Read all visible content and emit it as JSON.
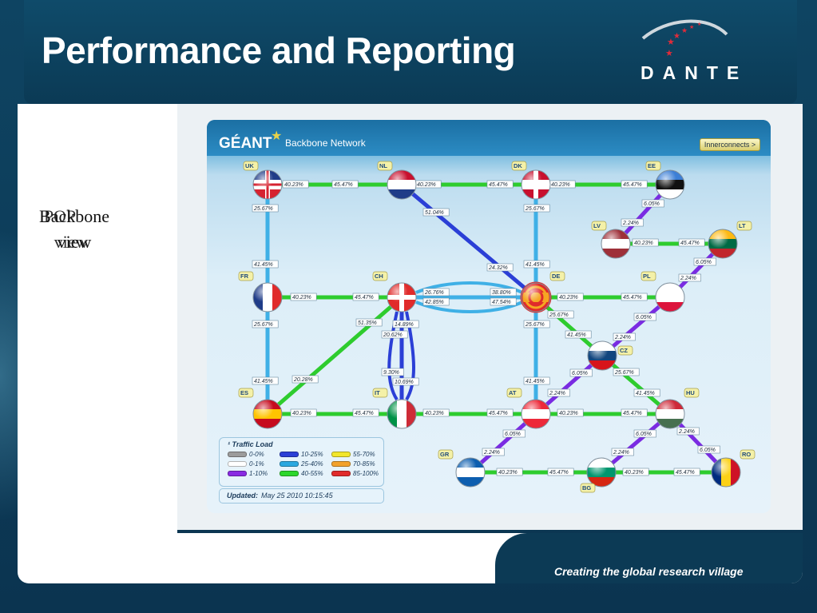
{
  "slide": {
    "title": "Performance and Reporting",
    "logo_text": "DANTE",
    "side_text_a": "Backbone",
    "side_text_b": "view",
    "side_text_c": "POP",
    "side_text_d": "view",
    "footer": "Creating the global research village"
  },
  "map": {
    "brand": "GÉANT",
    "subtitle": "Backbone Network",
    "interconnects_button": "Innerconnects >",
    "countries": [
      {
        "code": "UK"
      },
      {
        "code": "NL"
      },
      {
        "code": "DK"
      },
      {
        "code": "EE"
      },
      {
        "code": "LV"
      },
      {
        "code": "LT"
      },
      {
        "code": "FR"
      },
      {
        "code": "CH"
      },
      {
        "code": "DE"
      },
      {
        "code": "PL"
      },
      {
        "code": "CZ"
      },
      {
        "code": "ES"
      },
      {
        "code": "IT"
      },
      {
        "code": "AT"
      },
      {
        "code": "HU"
      },
      {
        "code": "GR"
      },
      {
        "code": "BG"
      },
      {
        "code": "RO"
      }
    ],
    "link_labels": [
      "40.23%",
      "45.47%",
      "40.23%",
      "45.47%",
      "40.23%",
      "45.47%",
      "25.67%",
      "51.04%",
      "25.67%",
      "6.05%",
      "2.24%",
      "40.23%",
      "45.47%",
      "41.45%",
      "24.32%",
      "41.45%",
      "6.05%",
      "2.24%",
      "40.23%",
      "45.47%",
      "26.76%",
      "42.85%",
      "38.80%",
      "47.54%",
      "40.23%",
      "45.47%",
      "25.67%",
      "51.35%",
      "14.89%",
      "25.67%",
      "25.67%",
      "6.05%",
      "41.45%",
      "2.24%",
      "20.62%",
      "9.30%",
      "10.69%",
      "20.28%",
      "41.45%",
      "41.45%",
      "2.24%",
      "6.05%",
      "25.67%",
      "41.45%",
      "40.23%",
      "45.47%",
      "40.23%",
      "45.47%",
      "40.23%",
      "45.47%",
      "6.05%",
      "2.24%",
      "6.05%",
      "2.24%",
      "2.24%",
      "6.05%",
      "40.23%",
      "45.47%",
      "40.23%",
      "45.47%"
    ]
  },
  "legend": {
    "title": "Traffic Load",
    "items": [
      {
        "label": "0-0%",
        "color": "#9c9c9c"
      },
      {
        "label": "10-25%",
        "color": "#2b3fd6"
      },
      {
        "label": "55-70%",
        "color": "#f2e62b"
      },
      {
        "label": "0-1%",
        "color": "#ffffff"
      },
      {
        "label": "25-40%",
        "color": "#2ba8e0"
      },
      {
        "label": "70-85%",
        "color": "#f2a22b"
      },
      {
        "label": "1-10%",
        "color": "#8a2be2"
      },
      {
        "label": "40-55%",
        "color": "#2bd62b"
      },
      {
        "label": "85-100%",
        "color": "#e02b2b"
      }
    ],
    "updated_label": "Updated:",
    "updated_value": "May 25 2010  10:15:45"
  },
  "colors": {
    "link_green": "#2ecc2e",
    "link_blue": "#2b3fd6",
    "link_cyan": "#3fb0e6",
    "link_purple": "#7a2be2",
    "header_bg": "#0c3a55"
  }
}
